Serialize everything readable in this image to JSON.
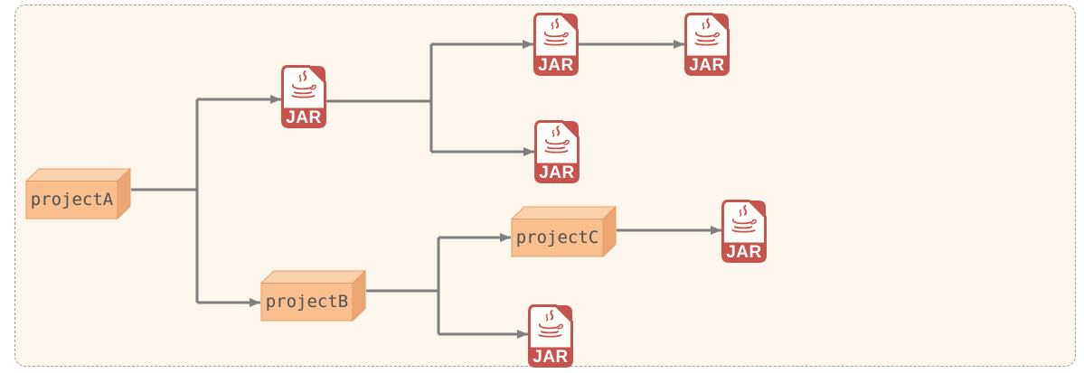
{
  "diagram": {
    "type": "dependency-tree",
    "nodes": [
      {
        "id": "projectA",
        "type": "project-box",
        "label": "projectA"
      },
      {
        "id": "projectB",
        "type": "project-box",
        "label": "projectB"
      },
      {
        "id": "projectC",
        "type": "project-box",
        "label": "projectC"
      },
      {
        "id": "jar1",
        "type": "jar-file",
        "label": "JAR"
      },
      {
        "id": "jar2",
        "type": "jar-file",
        "label": "JAR"
      },
      {
        "id": "jar3",
        "type": "jar-file",
        "label": "JAR"
      },
      {
        "id": "jar4",
        "type": "jar-file",
        "label": "JAR"
      },
      {
        "id": "jar5",
        "type": "jar-file",
        "label": "JAR"
      },
      {
        "id": "jar6",
        "type": "jar-file",
        "label": "JAR"
      }
    ],
    "edges": [
      {
        "from": "projectA",
        "to": "jar1"
      },
      {
        "from": "projectA",
        "to": "projectB"
      },
      {
        "from": "jar1",
        "to": "jar2"
      },
      {
        "from": "jar1",
        "to": "jar3"
      },
      {
        "from": "jar2",
        "to": "jar4"
      },
      {
        "from": "projectB",
        "to": "projectC"
      },
      {
        "from": "projectB",
        "to": "jar5"
      },
      {
        "from": "projectC",
        "to": "jar6"
      }
    ],
    "colors": {
      "canvas_background": "#FCF6EC",
      "boundary_dash": "#9C9C9C",
      "connector": "#7F7F7F",
      "box_front": "#F9BF8F",
      "box_top": "#FBD2AC",
      "box_side": "#ECA674",
      "box_stroke": "#E59C62",
      "box_text": "#4F4F4F",
      "jar_red": "#C5534E",
      "jar_fill": "#FFFDF8",
      "jar_text": "#FFFFFF"
    }
  }
}
